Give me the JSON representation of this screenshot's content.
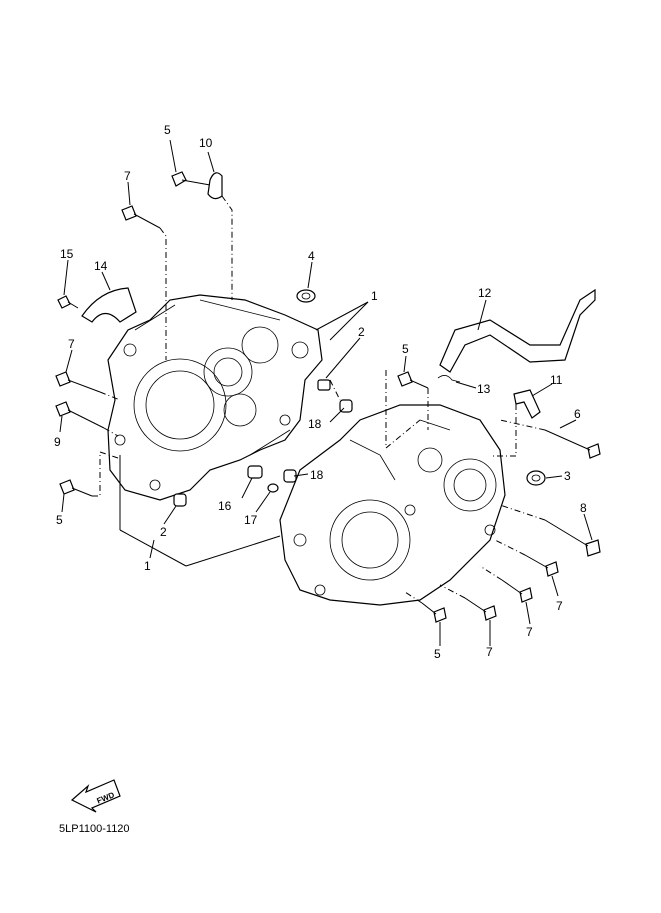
{
  "callouts": [
    "5",
    "10",
    "7",
    "4",
    "1",
    "15",
    "14",
    "12",
    "2",
    "7",
    "5",
    "13",
    "11",
    "9",
    "18",
    "6",
    "3",
    "18",
    "16",
    "17",
    "5",
    "2",
    "8",
    "1",
    "7",
    "7",
    "5",
    "7"
  ],
  "fwd_label": "FWD",
  "diagram_code": "5LP1100-1120"
}
